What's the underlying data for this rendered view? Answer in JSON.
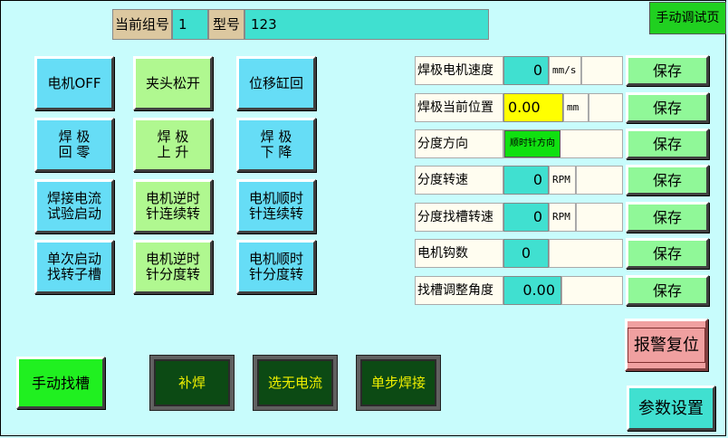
{
  "header": {
    "group_label": "当前组号",
    "group_value": "1",
    "model_label": "型号",
    "model_value": "123",
    "page_tag": "手动调试页"
  },
  "left_buttons": [
    {
      "name": "motor-off-button",
      "label": "电机OFF"
    },
    {
      "name": "clamp-release-button",
      "label": "夹头松开"
    },
    {
      "name": "shift-cylinder-return-button",
      "label": "位移缸回"
    },
    {
      "name": "electrode-home-button",
      "label": "焊 极\n回 零"
    },
    {
      "name": "electrode-up-button",
      "label": "焊 极\n上 升"
    },
    {
      "name": "electrode-down-button",
      "label": "焊 极\n下 降"
    },
    {
      "name": "weld-current-test-button",
      "label": "焊接电流\n试验启动"
    },
    {
      "name": "motor-ccw-continuous-button",
      "label": "电机逆时\n针连续转"
    },
    {
      "name": "motor-cw-continuous-button",
      "label": "电机顺时\n针连续转"
    },
    {
      "name": "single-start-find-slot-button",
      "label": "单次启动\n找转子槽"
    },
    {
      "name": "motor-ccw-index-button",
      "label": "电机逆时\n针分度转"
    },
    {
      "name": "motor-cw-index-button",
      "label": "电机顺时\n针分度转"
    }
  ],
  "params": [
    {
      "label": "焊极电机速度",
      "value": "0",
      "unit": "mm/s"
    },
    {
      "label": "焊极当前位置",
      "value": "0.00",
      "unit": "mm"
    },
    {
      "label": "分度方向",
      "value": "顺时针方向",
      "unit": ""
    },
    {
      "label": "分度转速",
      "value": "0",
      "unit": "RPM"
    },
    {
      "label": "分度找槽转速",
      "value": "0",
      "unit": "RPM"
    },
    {
      "label": "电机钩数",
      "value": "0",
      "unit": ""
    },
    {
      "label": "找槽调整角度",
      "value": "0.00",
      "unit": ""
    }
  ],
  "save_label": "保存",
  "alarm_reset_label": "报警复位",
  "param_settings_label": "参数设置",
  "manual_find_slot_label": "手动找槽",
  "bottom_buttons": [
    "补焊",
    "选无电流",
    "单步焊接"
  ]
}
